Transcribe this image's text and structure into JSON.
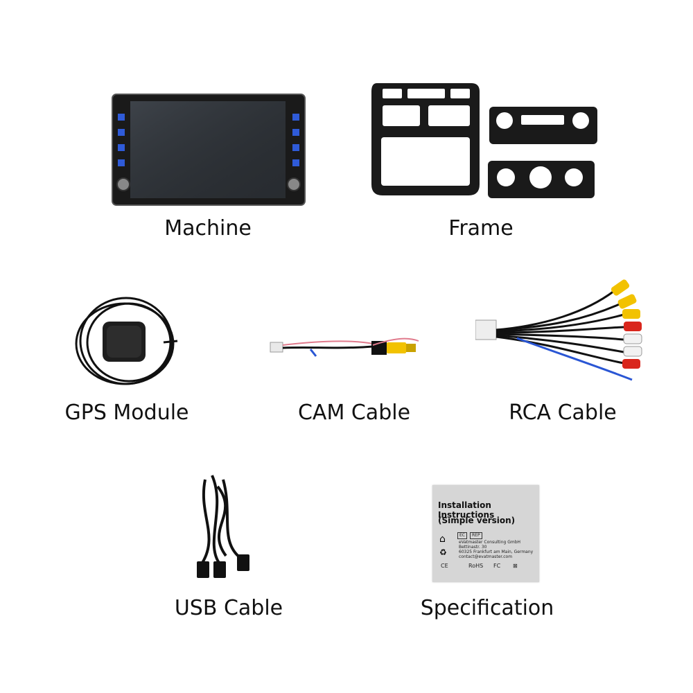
{
  "items": [
    {
      "id": "machine",
      "label": "Machine"
    },
    {
      "id": "frame",
      "label": "Frame"
    },
    {
      "id": "gps",
      "label": "GPS Module"
    },
    {
      "id": "cam",
      "label": "CAM Cable"
    },
    {
      "id": "rca",
      "label": "RCA Cable"
    },
    {
      "id": "usb",
      "label": "USB Cable"
    },
    {
      "id": "spec",
      "label": "Specification"
    }
  ],
  "booklet": {
    "title_line1": "Installation Instructions",
    "title_line2": "(Simple version)",
    "badge_ec": "EC",
    "badge_rep": "REP",
    "company": "eVatmaster Consulting GmbH",
    "street": "Bettinastr. 30",
    "city": "60325 Frankfurt am Main, Germany",
    "email": "contact@evatmaster.com",
    "mark_ce": "CE",
    "mark_rohs": "RoHS",
    "mark_fc": "FC",
    "mark_bin": "⊠"
  },
  "colors": {
    "frame_black": "#1a1a1a",
    "screen": "#2b2f34",
    "button_blue": "#2f5bd8",
    "rca_yellow": "#f2c200",
    "rca_red": "#d9261c",
    "rca_white": "#f2f2f2",
    "wire_blue": "#2a56d4",
    "wire_pink": "#e07a8c",
    "booklet": "#d6d6d6"
  }
}
